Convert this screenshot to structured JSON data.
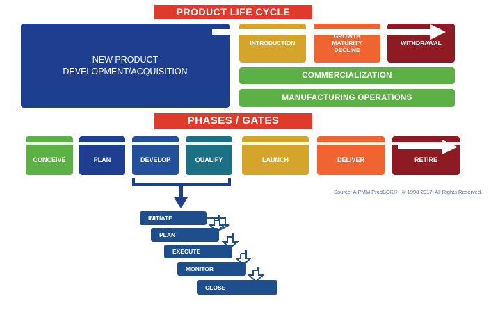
{
  "colors": {
    "banner": "#e03a2b",
    "navy": "#1e3f8f",
    "blue": "#24509a",
    "green": "#5cb045",
    "mustard": "#d4a52a",
    "orange": "#ef6431",
    "maroon": "#8e1b24",
    "teal": "#1d6f84",
    "step": "#1e4f8c"
  },
  "lifecycle": {
    "title": "PRODUCT LIFE CYCLE",
    "npd": "NEW PRODUCT DEVELOPMENT/ACQUISITION",
    "stages": {
      "introduction": "INTRODUCTION",
      "growth": "GROWTH MATURITY DECLINE",
      "withdrawal": "WITHDRAWAL"
    },
    "commercialization": "COMMERCIALIZATION",
    "manufacturing": "MANUFACTURING OPERATIONS"
  },
  "phases": {
    "title": "PHASES / GATES",
    "items": {
      "conceive": "CONCEIVE",
      "plan": "PLAN",
      "develop": "DEVELOP",
      "qualify": "QUALIFY",
      "launch": "LAUNCH",
      "deliver": "DELIVER",
      "retire": "RETIRE"
    }
  },
  "source": "Source: AIPMM ProdBOK® - © 1998-2017, All Rights Reserved.",
  "steps": {
    "initiate": "INITIATE",
    "plan": "PLAN",
    "execute": "EXECUTE",
    "monitor": "MONITOR",
    "close": "CLOSE"
  }
}
